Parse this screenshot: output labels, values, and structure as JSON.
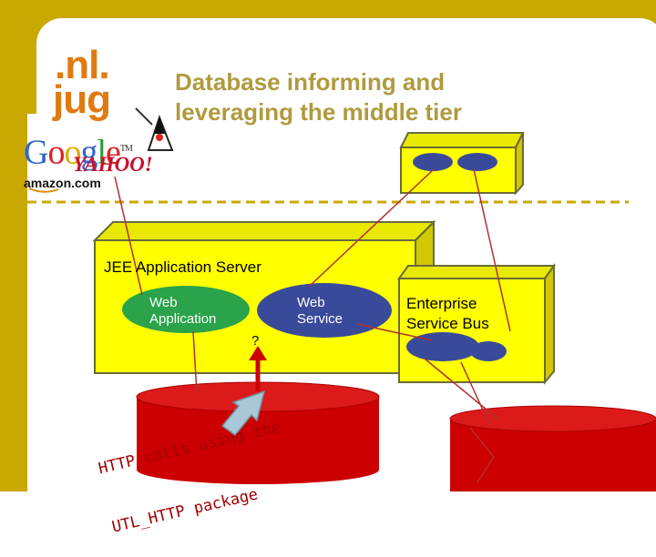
{
  "slide": {
    "title_line1": "Database informing and",
    "title_line2": "leveraging the middle tier"
  },
  "logos": {
    "nljug_nl": ".nl.",
    "nljug_jug": "jug",
    "google": "Google",
    "yahoo": "YAHOO!",
    "amazon": "amazon.com"
  },
  "diagram": {
    "jee_server_label": "JEE Application Server",
    "web_application_line1": "Web",
    "web_application_line2": "Application",
    "web_service_line1": "Web",
    "web_service_line2": "Service",
    "esb_line1": "Enterprise",
    "esb_line2": "Service Bus",
    "question_mark": "?",
    "http_note_line1": "HTTP calls using the",
    "http_note_line2": "UTL_HTTP package"
  },
  "colors": {
    "frame": "#c9a800",
    "box_fill": "#ffff00",
    "box_border": "#6a6a3a",
    "database": "#cc0000",
    "ellipse": "#3a4a9a",
    "webapp_ellipse": "#2aa34a",
    "arrow": "#cc0000",
    "connector": "#b03030"
  }
}
